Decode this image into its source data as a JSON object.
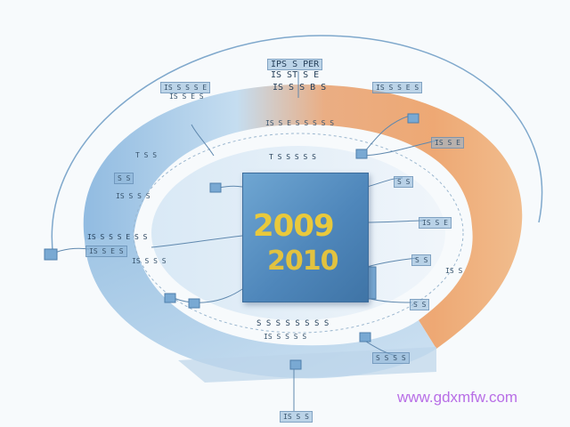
{
  "center": {
    "year_top": "2009",
    "year_bottom": "2010"
  },
  "labels": {
    "top_title_1": "IPS S PER",
    "top_title_2": "IS ST S E",
    "top_title_3": "IS S S B S",
    "top_left_1": "IS S S S E",
    "top_left_2": "IS S E S",
    "top_right": "IS S S E S",
    "ring_top": "IS S E S S S S S",
    "inner_top": "T S S S S S",
    "left_1": "T S S",
    "left_2": "S S",
    "left_3": "IS S S S",
    "mid_left_1": "IS S S S E S S",
    "mid_left_2": "IS S E S",
    "mid_left_3": "IS S S S",
    "right_1": "IS S E",
    "right_2": "S S",
    "right_3": "IS S E",
    "right_4": "S S",
    "right_5": "IS S",
    "right_6": "S S",
    "bottom_center_1": "S S S S S S S S",
    "bottom_center_2": "IS S S S S",
    "bottom_right": "S S S S",
    "bottom_node": "IS S S"
  },
  "watermark": "www.gdxmfw.com",
  "colors": {
    "ring_blue": "#9cc3e3",
    "ring_orange": "#e8915a",
    "panel_blue": "#4f87bb",
    "year_gold": "#e9c93c",
    "watermark": "#b86ee6"
  }
}
